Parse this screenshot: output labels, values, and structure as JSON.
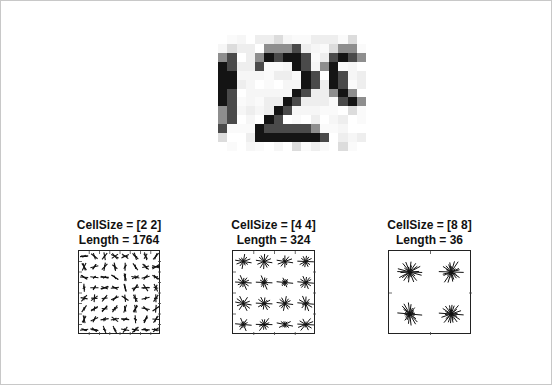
{
  "diagram": {
    "nodes": [
      {
        "text": [
          "CellSize = [2 2]",
          "Length = 1764"
        ]
      },
      {
        "text": [
          "CellSize = [4 4]",
          "Length = 324"
        ]
      },
      {
        "text": [
          "CellSize = [8 8]",
          "Length = 36"
        ]
      }
    ]
  }
}
